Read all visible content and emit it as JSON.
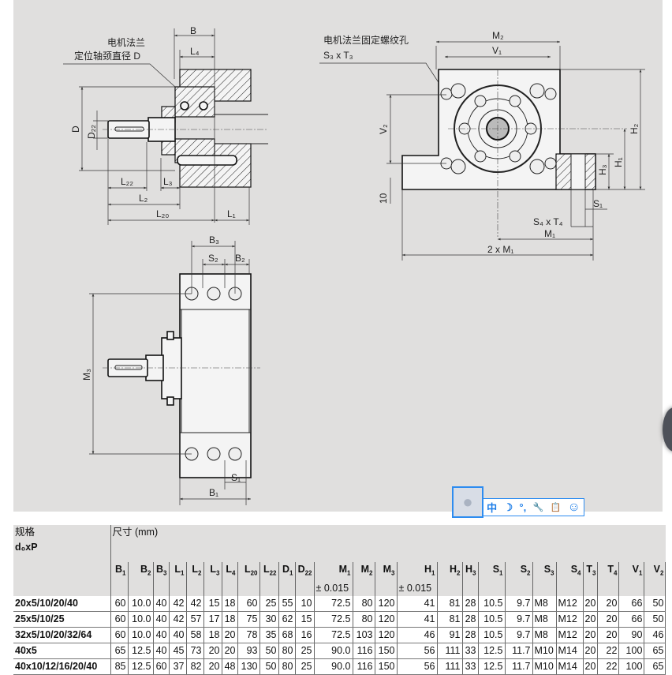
{
  "drawing": {
    "front_section": {
      "callout_line1": "电机法兰",
      "callout_line2": "定位轴颈直径 D",
      "labels": {
        "B": "B",
        "L4": "L₄",
        "D": "D",
        "D22": "D₂₂",
        "L22": "L₂₂",
        "L3": "L₃",
        "L2": "L₂",
        "L20": "L₂₀",
        "L1": "L₁"
      }
    },
    "end_view": {
      "callout_line1": "电机法兰固定螺纹孔",
      "callout_line2": "S₃ x T₃",
      "labels": {
        "M2": "M₂",
        "V1": "V₁",
        "V2": "V₂",
        "H2": "H₂",
        "H1": "H₁",
        "H3": "H₃",
        "ten": "10",
        "S1": "S₁",
        "S4T4": "S₄ x T₄",
        "M1": "M₁",
        "twoM1": "2 x M₁"
      }
    },
    "top_view": {
      "labels": {
        "B3": "B₃",
        "S2": "S₂",
        "B2": "B₂",
        "M3": "M₃",
        "S1": "S₁",
        "B1": "B₁"
      }
    }
  },
  "ime_toolbar": {
    "items": [
      {
        "icon": "chinese-mode-icon",
        "label": "中"
      },
      {
        "icon": "half-width-moon-icon",
        "label": "☽"
      },
      {
        "icon": "punctuation-icon",
        "label": "°,"
      },
      {
        "icon": "wrench-icon",
        "label": "🔧"
      },
      {
        "icon": "clipboard-icon",
        "label": "📋"
      },
      {
        "icon": "smiley-icon",
        "label": "☺"
      }
    ],
    "accent": "#2d8cf0"
  },
  "table": {
    "spec_header_line1": "规格",
    "spec_header_line2": "d₀xP",
    "dims_header": "尺寸 (mm)",
    "tolerance": "± 0.015",
    "columns": [
      {
        "b": "B",
        "s": "1"
      },
      {
        "b": "B",
        "s": "2"
      },
      {
        "b": "B",
        "s": "3"
      },
      {
        "b": "L",
        "s": "1"
      },
      {
        "b": "L",
        "s": "2"
      },
      {
        "b": "L",
        "s": "3"
      },
      {
        "b": "L",
        "s": "4"
      },
      {
        "b": "L",
        "s": "20"
      },
      {
        "b": "L",
        "s": "22"
      },
      {
        "b": "D",
        "s": "1"
      },
      {
        "b": "D",
        "s": "22"
      },
      {
        "b": "M",
        "s": "1"
      },
      {
        "b": "M",
        "s": "2"
      },
      {
        "b": "M",
        "s": "3"
      },
      {
        "b": "H",
        "s": "1"
      },
      {
        "b": "H",
        "s": "2"
      },
      {
        "b": "H",
        "s": "3"
      },
      {
        "b": "S",
        "s": "1"
      },
      {
        "b": "S",
        "s": "2"
      },
      {
        "b": "S",
        "s": "3"
      },
      {
        "b": "S",
        "s": "4"
      },
      {
        "b": "T",
        "s": "3"
      },
      {
        "b": "T",
        "s": "4"
      },
      {
        "b": "V",
        "s": "1"
      },
      {
        "b": "V",
        "s": "2"
      }
    ],
    "rows": [
      {
        "spec": "20x5/10/20/40",
        "values": [
          "60",
          "10.0",
          "40",
          "42",
          "42",
          "15",
          "18",
          "60",
          "25",
          "55",
          "10",
          "72.5",
          "80",
          "120",
          "41",
          "81",
          "28",
          "10.5",
          "9.7",
          "M8",
          "M12",
          "20",
          "20",
          "66",
          "50"
        ]
      },
      {
        "spec": "25x5/10/25",
        "values": [
          "60",
          "10.0",
          "40",
          "42",
          "57",
          "17",
          "18",
          "75",
          "30",
          "62",
          "15",
          "72.5",
          "80",
          "120",
          "41",
          "81",
          "28",
          "10.5",
          "9.7",
          "M8",
          "M12",
          "20",
          "20",
          "66",
          "50"
        ]
      },
      {
        "spec": "32x5/10/20/32/64",
        "values": [
          "60",
          "10.0",
          "40",
          "40",
          "58",
          "18",
          "20",
          "78",
          "35",
          "68",
          "16",
          "72.5",
          "103",
          "120",
          "46",
          "91",
          "28",
          "10.5",
          "9.7",
          "M8",
          "M12",
          "20",
          "20",
          "90",
          "46"
        ]
      },
      {
        "spec": "40x5",
        "values": [
          "65",
          "12.5",
          "40",
          "45",
          "73",
          "20",
          "20",
          "93",
          "50",
          "80",
          "25",
          "90.0",
          "116",
          "150",
          "56",
          "111",
          "33",
          "12.5",
          "11.7",
          "M10",
          "M14",
          "20",
          "22",
          "100",
          "65"
        ]
      },
      {
        "spec": "40x10/12/16/20/40",
        "values": [
          "85",
          "12.5",
          "60",
          "37",
          "82",
          "20",
          "48",
          "130",
          "50",
          "80",
          "25",
          "90.0",
          "116",
          "150",
          "56",
          "111",
          "33",
          "12.5",
          "11.7",
          "M10",
          "M14",
          "20",
          "22",
          "100",
          "65"
        ]
      }
    ]
  }
}
